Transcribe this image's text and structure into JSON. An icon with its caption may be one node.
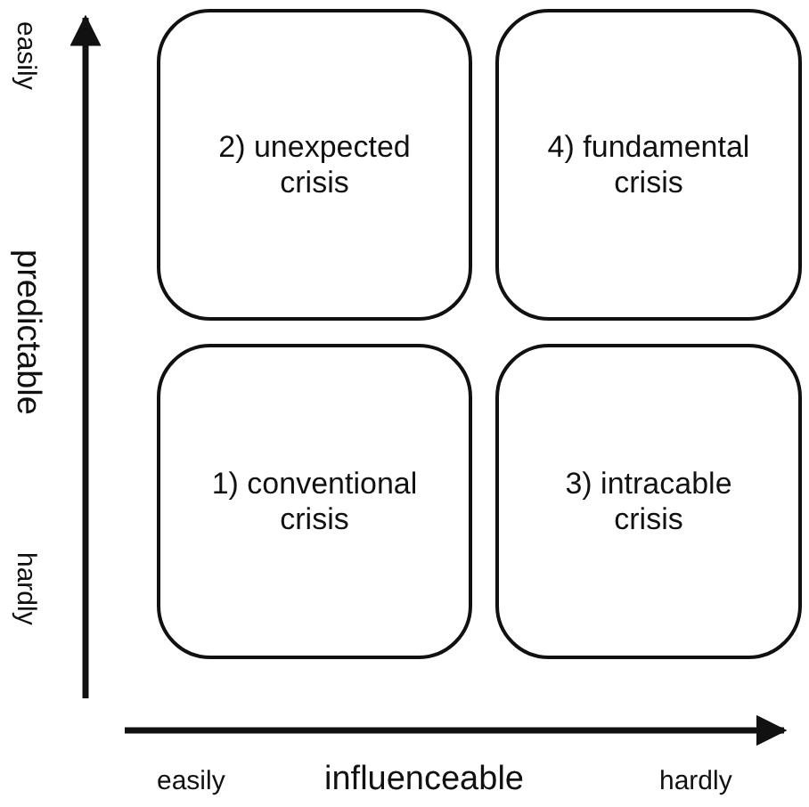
{
  "diagram": {
    "nodes": [
      {
        "text": [
          "2) unexpected crisis"
        ]
      },
      {
        "text": [
          "4) fundamental crisis"
        ]
      },
      {
        "text": [
          "1) conventional crisis"
        ]
      },
      {
        "text": [
          "3) intracable crisis"
        ]
      }
    ],
    "labels": [
      "easily",
      "predictable",
      "hardly",
      "easily",
      "influenceable",
      "hardly"
    ]
  }
}
